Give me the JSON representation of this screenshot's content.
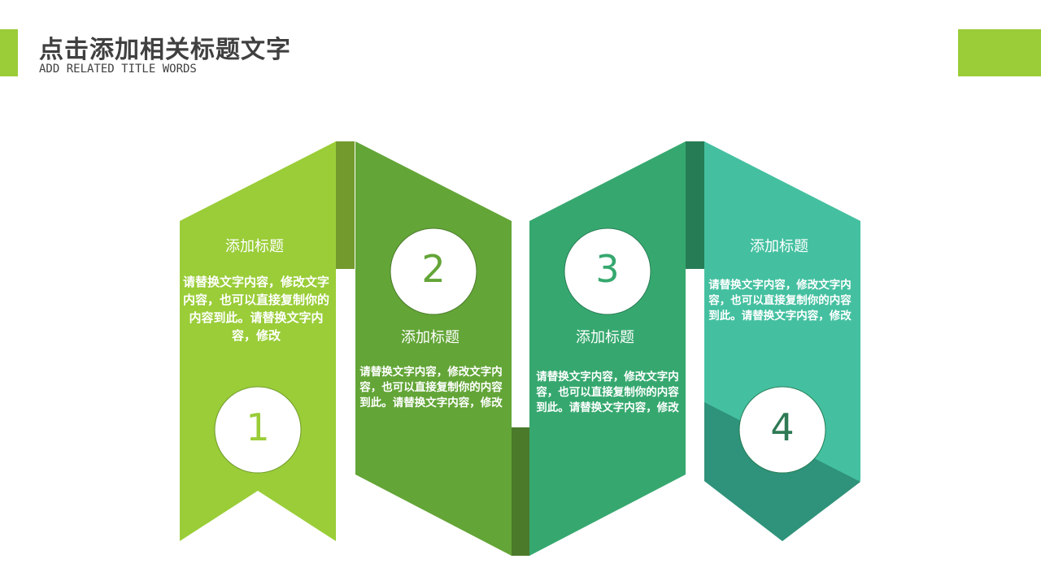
{
  "header": {
    "title": "点击添加相关标题文字",
    "subtitle": "ADD RELATED TITLE WORDS",
    "accent": "#9acd38"
  },
  "steps": [
    {
      "number": "1",
      "title": "添加标题",
      "body": "请替换文字内容，修改文字内容，也可以直接复制你的内容到此。请替换文字内容，修改",
      "color": "#9acd38"
    },
    {
      "number": "2",
      "title": "添加标题",
      "body": "请替换文字内容，修改文字内容，也可以直接复制你的内容到此。请替换文字内容，修改",
      "color": "#63a537"
    },
    {
      "number": "3",
      "title": "添加标题",
      "body": "请替换文字内容，修改文字内容，也可以直接复制你的内容到此。请替换文字内容，修改",
      "color": "#36a86f"
    },
    {
      "number": "4",
      "title": "添加标题",
      "body": "请替换文字内容，修改文字内容，也可以直接复制你的内容到此。请替换文字内容，修改",
      "color": "#44c0a0"
    }
  ]
}
